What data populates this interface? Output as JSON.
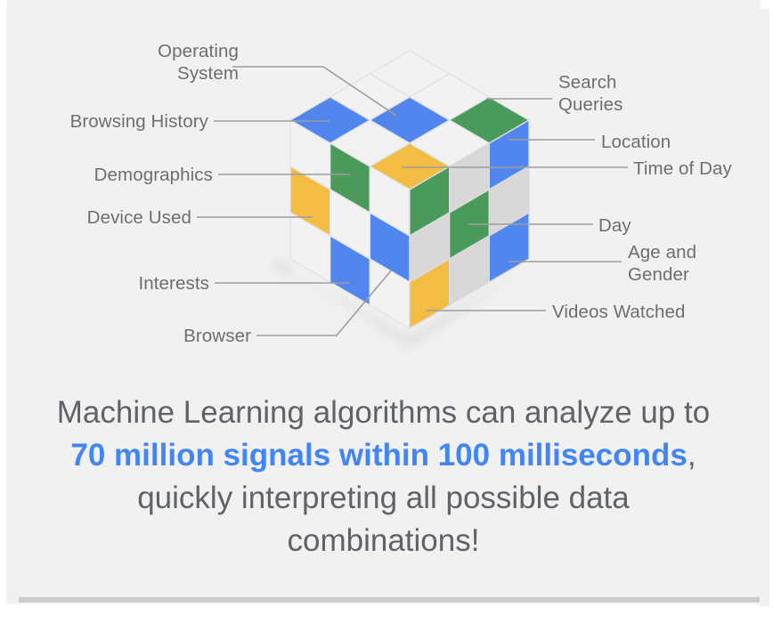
{
  "card": {
    "background_color": "#f1f1f1",
    "bottom_bar_color": "#cccccc",
    "scrollbar_thumb_color": "#cfcfcf"
  },
  "diagram": {
    "type": "annotated-illustration",
    "subject": "rubiks-cube",
    "palette": {
      "blue": "#5286ef",
      "green": "#4a9a5c",
      "yellow": "#f2bd42",
      "white": "#f2f2f2",
      "gray": "#d8d8d8",
      "label_text": "#6e6e6e",
      "leader_line": "#9e9e9e"
    },
    "labels_left": [
      {
        "text": "Operating\nSystem"
      },
      {
        "text": "Browsing History"
      },
      {
        "text": "Demographics"
      },
      {
        "text": "Device Used"
      },
      {
        "text": "Interests"
      },
      {
        "text": "Browser"
      }
    ],
    "labels_right": [
      {
        "text": "Search\nQueries"
      },
      {
        "text": "Location"
      },
      {
        "text": "Time of Day"
      },
      {
        "text": "Day"
      },
      {
        "text": "Age and\nGender"
      },
      {
        "text": "Videos Watched"
      }
    ],
    "cube_faces": {
      "top": [
        [
          "white",
          "white",
          "green"
        ],
        [
          "blue",
          "blue",
          "white"
        ],
        [
          "white",
          "yellow",
          "white"
        ]
      ],
      "left": [
        [
          "white",
          "green",
          "white"
        ],
        [
          "yellow",
          "white",
          "blue"
        ],
        [
          "white",
          "blue",
          "white"
        ]
      ],
      "right": [
        [
          "green",
          "gray",
          "blue"
        ],
        [
          "gray",
          "green",
          "gray"
        ],
        [
          "yellow",
          "gray",
          "blue"
        ]
      ]
    }
  },
  "caption": {
    "part1": "Machine Learning algorithms can analyze up to ",
    "highlight": "70 million signals within 100 milliseconds",
    "part2": ", quickly interpreting all possible data combinations!",
    "highlight_color": "#4285f4"
  }
}
